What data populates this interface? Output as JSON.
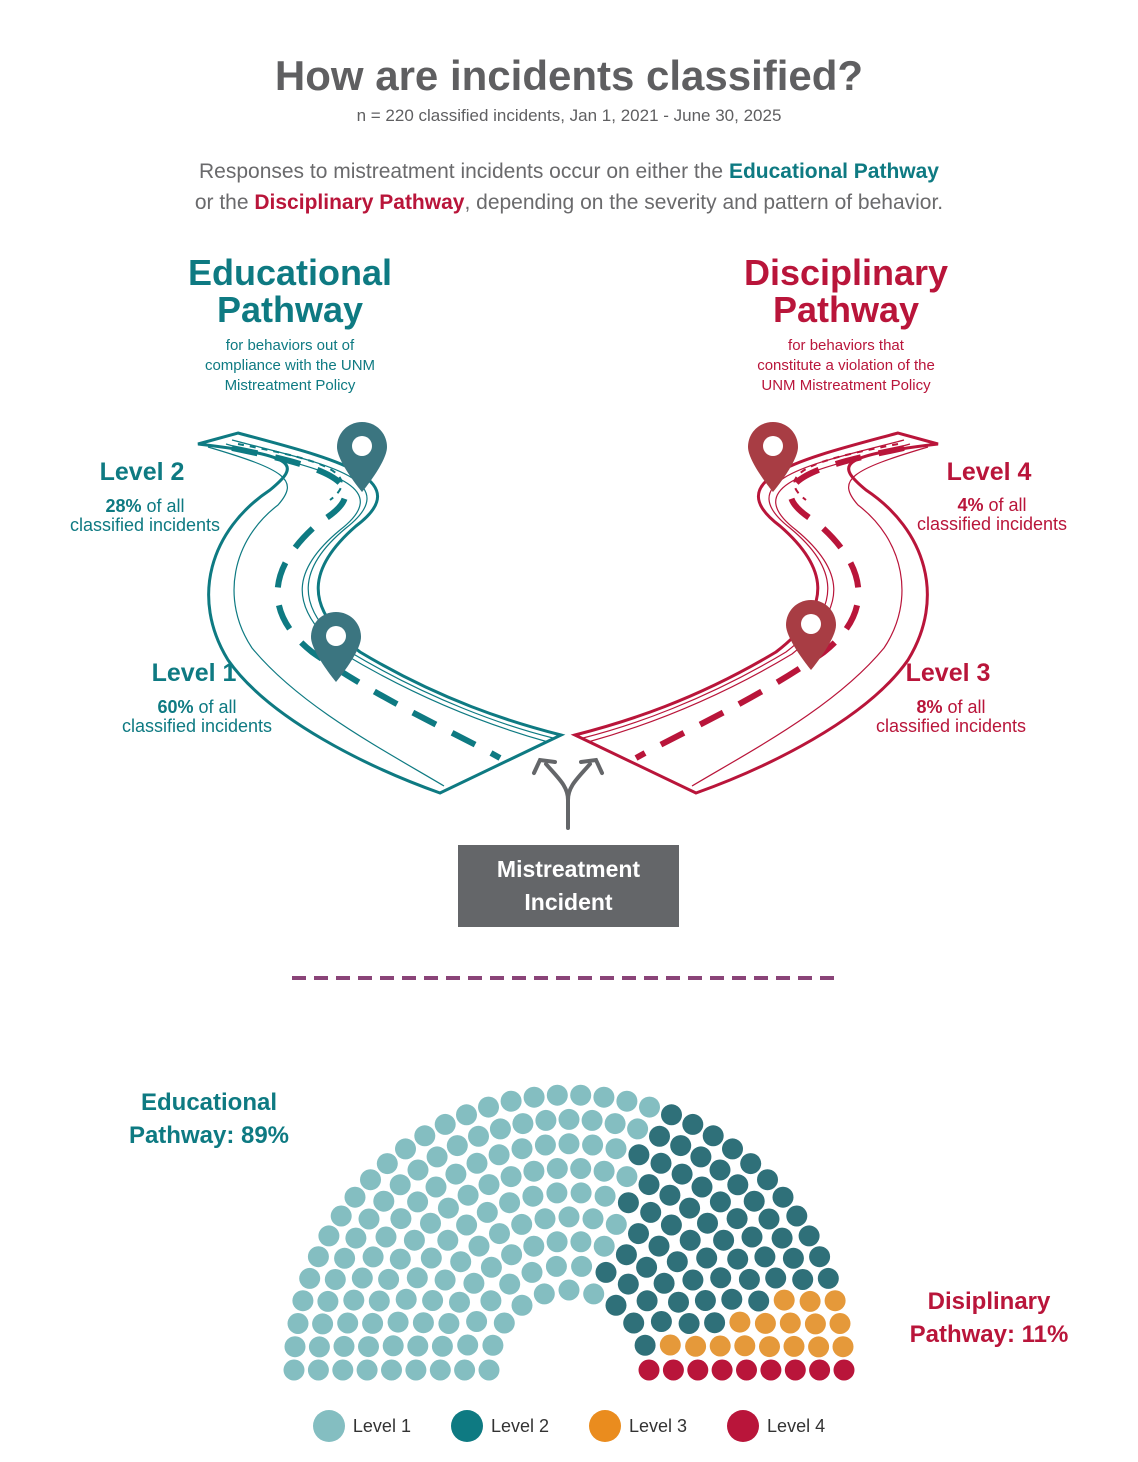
{
  "header": {
    "title": "How are incidents classified?",
    "subtitle": "n = 220 classified incidents, Jan 1, 2021 - June 30, 2025",
    "intro_part1": "Responses to mistreatment incidents occur on either the ",
    "intro_edu": "Educational Pathway",
    "intro_part2": "or the ",
    "intro_disc": "Disciplinary Pathway",
    "intro_part3": ", depending on the severity and pattern of behavior."
  },
  "educational": {
    "title_line1": "Educational",
    "title_line2": "Pathway",
    "desc_line1": "for behaviors out of",
    "desc_line2": "compliance with the UNM",
    "desc_line3": "Mistreatment Policy",
    "color": "#0e7a82",
    "level2": {
      "name": "Level 2",
      "pct": "28%",
      "pct_text": " of all",
      "line2": "classified incidents"
    },
    "level1": {
      "name": "Level 1",
      "pct": "60%",
      "pct_text": " of all",
      "line2": "classified incidents"
    }
  },
  "disciplinary": {
    "title_line1": "Disciplinary",
    "title_line2": "Pathway",
    "desc_line1": "for behaviors that",
    "desc_line2": "constitute a violation of the",
    "desc_line3": "UNM Mistreatment Policy",
    "color": "#b9153a",
    "level4": {
      "name": "Level 4",
      "pct": "4%",
      "pct_text": " of all",
      "line2": "classified incidents"
    },
    "level3": {
      "name": "Level 3",
      "pct": "8%",
      "pct_text": " of all",
      "line2": "classified incidents"
    }
  },
  "incident": {
    "line1": "Mistreatment",
    "line2": "Incident"
  },
  "chart_labels": {
    "edu_line1": "Educational",
    "edu_line2": "Pathway: 89%",
    "disc_line1": "Disiplinary",
    "disc_line2": "Pathway: 11%"
  },
  "chart_data": {
    "type": "parliament",
    "total": 220,
    "categories": [
      "Level 1",
      "Level 2",
      "Level 3",
      "Level 4"
    ],
    "values": [
      132,
      63,
      16,
      9
    ],
    "colors": [
      "#84bec1",
      "#2f7079",
      "#e5993a",
      "#b9153a"
    ],
    "legend_colors": [
      "#84bec1",
      "#0e7a82",
      "#ea8c1e",
      "#b9153a"
    ],
    "legend": "bottom"
  }
}
